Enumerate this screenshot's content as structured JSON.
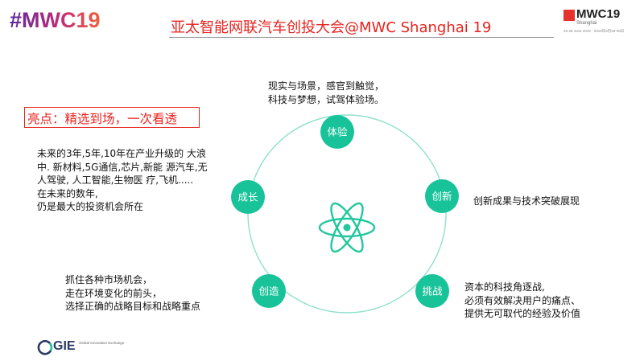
{
  "header": {
    "logo_left": "#MWC19",
    "title": "亚太智能网联汽车创投大会@MWC Shanghai 19",
    "logo_right_main": "MWC19",
    "logo_right_sub": "Shanghai",
    "logo_right_dates": "26-28 June 2019 · 2019年6月26-28日"
  },
  "highlight": "亮点：精选到场，一次看透",
  "nodes": [
    {
      "id": "tiyan",
      "label": "体验"
    },
    {
      "id": "chuangxin",
      "label": "创新"
    },
    {
      "id": "tiaozhan",
      "label": "挑战"
    },
    {
      "id": "chuangzao",
      "label": "创造"
    },
    {
      "id": "chengzhang",
      "label": "成长"
    }
  ],
  "notes": {
    "tiyan": [
      "现实与场景，感官到触觉，",
      "科技与梦想，试驾体验场。"
    ],
    "chuangxin": [
      "创新成果与技术突破展现"
    ],
    "tiaozhan": [
      "资本的科技角逐战,",
      "必须有效解决用户的痛点、",
      "提供无可取代的经验及价值"
    ],
    "chuangzao": [
      "抓住各种市场机会，",
      "走在环境变化的前头，",
      "选择正确的战略目标和战略重点"
    ],
    "chengzhang": [
      "未来的3年,5年,10年在产业升级的 大浪",
      "中. 新材料,5G通信,芯片,新能 源汽车,无",
      "人驾驶, 人工智能,生物医 疗,飞机.....",
      "在未来的数年,",
      "仍是最大的投资机会所在"
    ]
  },
  "footer": {
    "gie_logo": "GIE",
    "gie_sub": "Global Innovation Exchange"
  },
  "colors": {
    "accent_red": "#e8231f",
    "node_teal": "#19c39a",
    "ring_teal": "#8fe0cc",
    "atom_teal": "#22c79e"
  },
  "icons": {
    "center": "atom-icon",
    "footer": "gie-logo-icon"
  }
}
